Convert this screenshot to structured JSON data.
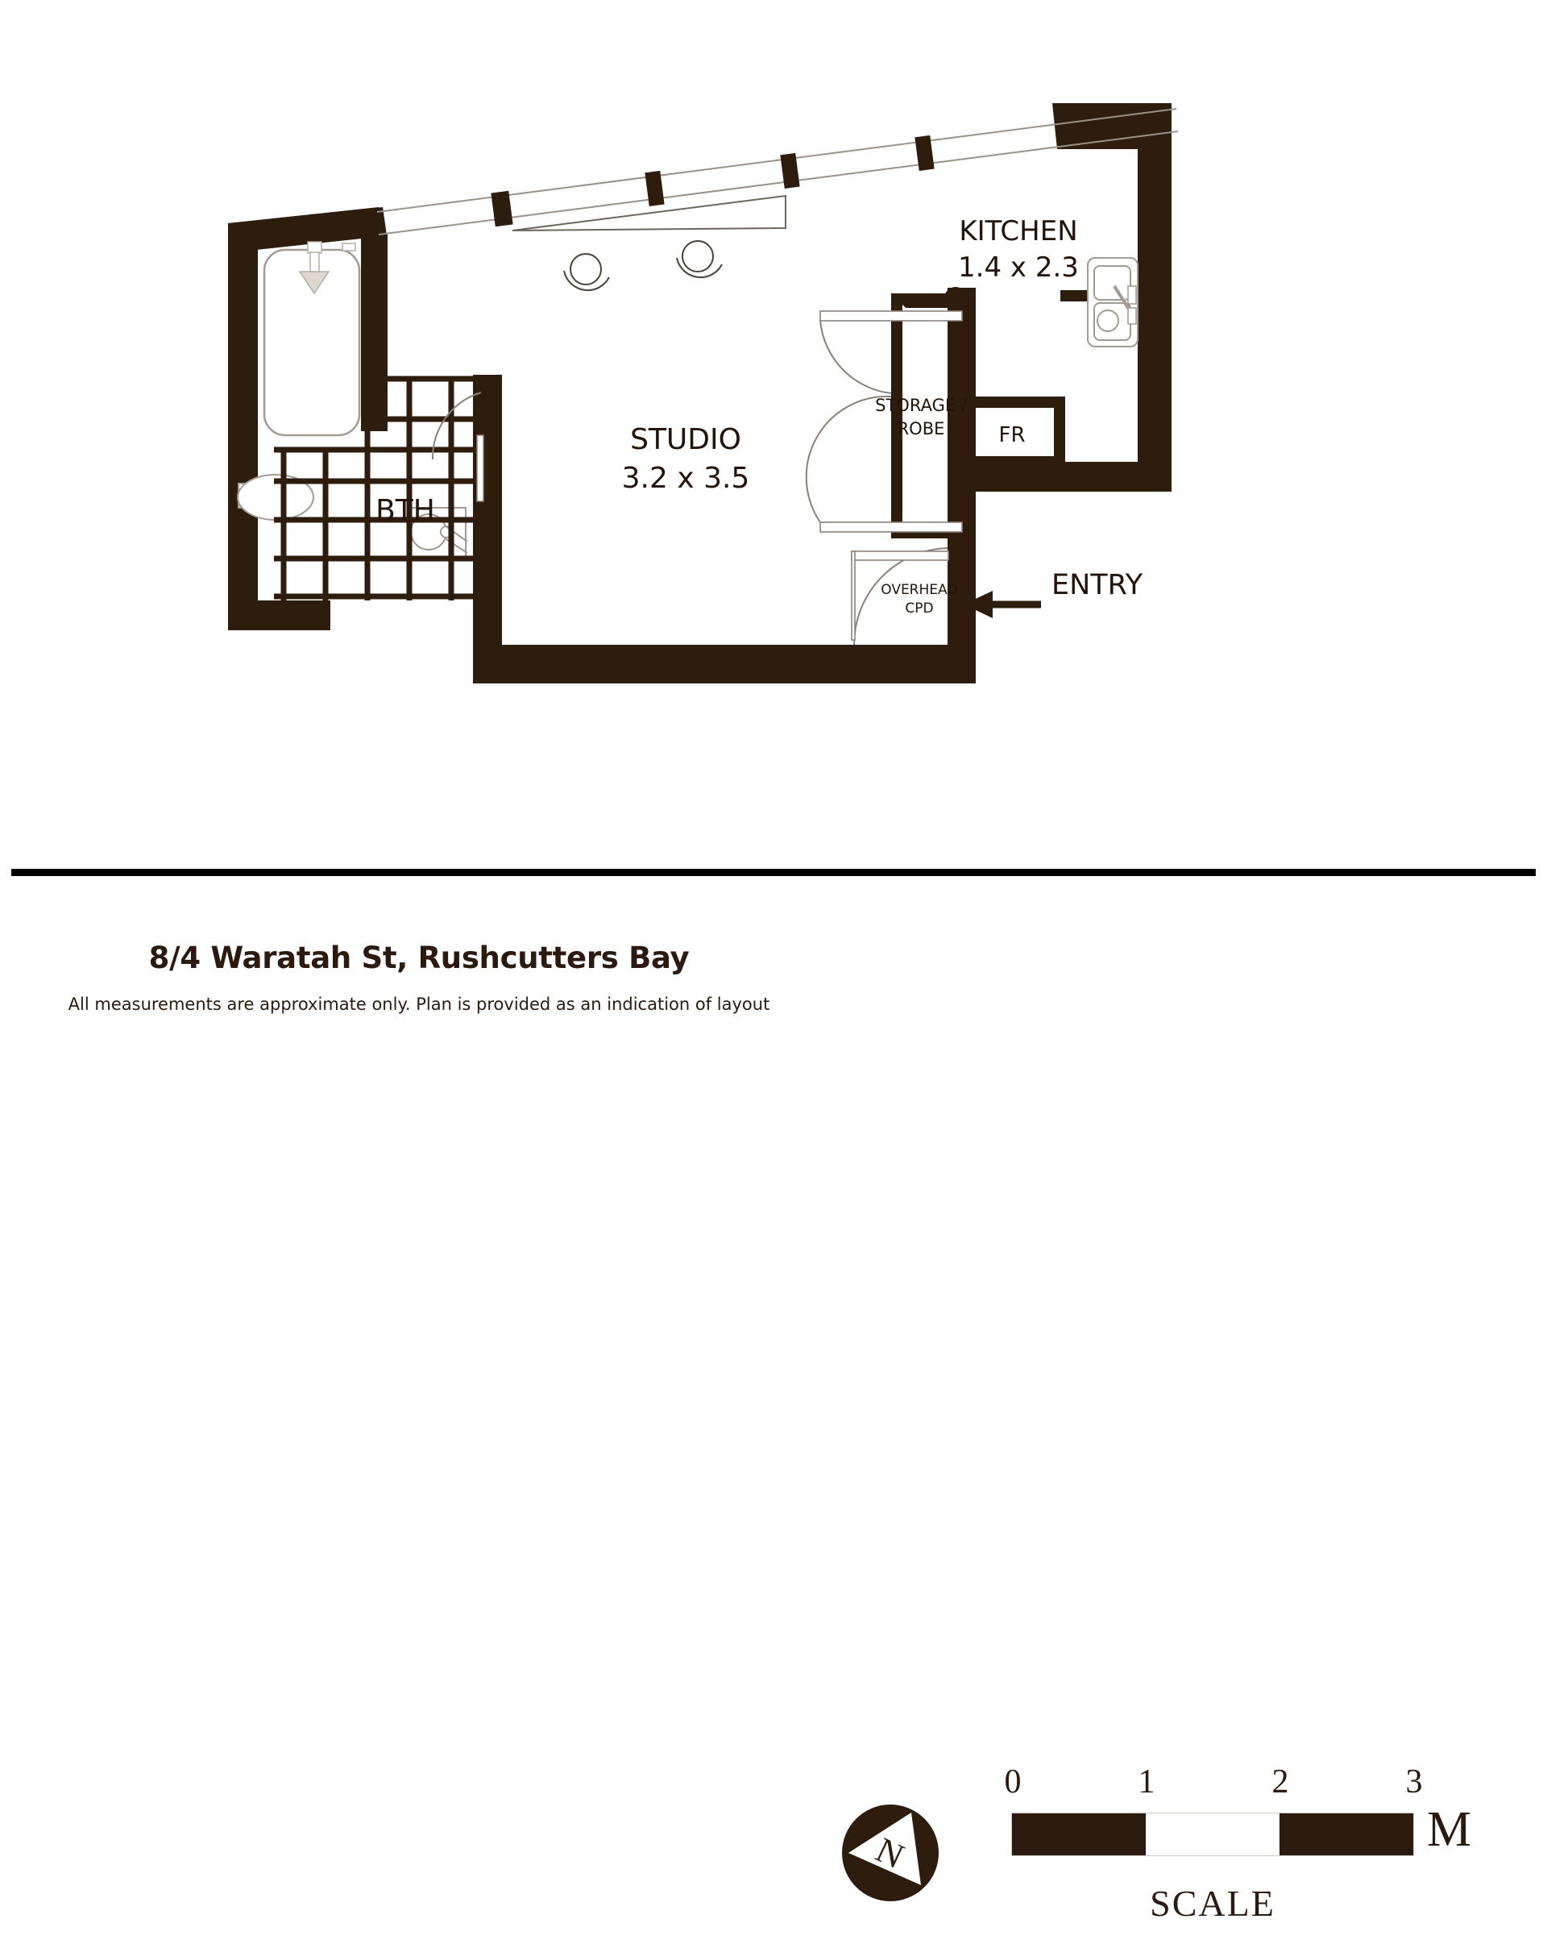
{
  "document": {
    "type": "floor-plan",
    "orientation": "landscape"
  },
  "colors": {
    "wall": "#2e1c0c",
    "text": "#241408",
    "rule": "#000000",
    "fixture_outline": "#8a8178",
    "background": "#ffffff"
  },
  "plan": {
    "rooms": [
      {
        "name": "STUDIO",
        "dimensions": "3.2 x 3.5"
      },
      {
        "name": "KITCHEN",
        "dimensions": "1.4 x 2.3"
      },
      {
        "name": "BTH",
        "dimensions": ""
      }
    ],
    "annotations": [
      {
        "id": "storage-robe",
        "line1": "STORAGE /",
        "line2": "ROBE"
      },
      {
        "id": "fridge",
        "text": "FR"
      },
      {
        "id": "overhead-cpd",
        "line1": "OVERHEAD",
        "line2": "CPD"
      },
      {
        "id": "entry",
        "text": "ENTRY"
      }
    ],
    "fixtures": [
      "shower-head",
      "bath-tub",
      "toilet",
      "basin",
      "kitchen-sink",
      "cooktop-burner-left",
      "cooktop-burner-right",
      "bench-top"
    ]
  },
  "footer": {
    "address": "8/4 Waratah St, Rushcutters Bay",
    "disclaimer": "All measurements are approximate only. Plan is provided as an indication of layout",
    "compass": {
      "letter": "N",
      "label": "north-compass"
    },
    "scale": {
      "caption": "SCALE",
      "unit": "M",
      "ticks": [
        "0",
        "1",
        "2",
        "3"
      ],
      "segments": [
        "dark",
        "light",
        "dark"
      ]
    }
  }
}
